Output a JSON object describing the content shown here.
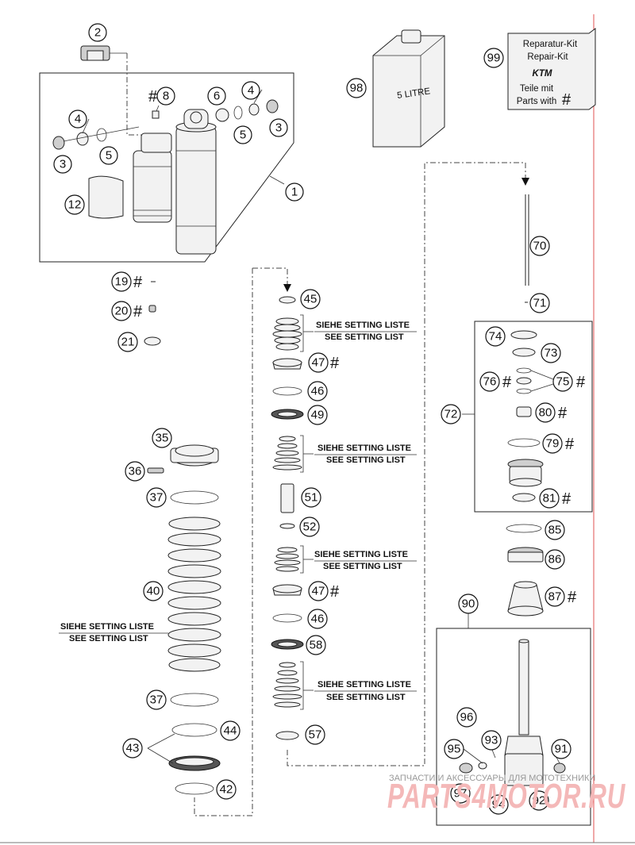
{
  "callouts": [
    {
      "n": "1"
    },
    {
      "n": "2"
    },
    {
      "n": "3"
    },
    {
      "n": "3"
    },
    {
      "n": "4"
    },
    {
      "n": "4"
    },
    {
      "n": "5"
    },
    {
      "n": "5"
    },
    {
      "n": "6"
    },
    {
      "n": "8"
    },
    {
      "n": "12"
    },
    {
      "n": "19"
    },
    {
      "n": "20"
    },
    {
      "n": "21"
    },
    {
      "n": "35"
    },
    {
      "n": "36"
    },
    {
      "n": "37"
    },
    {
      "n": "37"
    },
    {
      "n": "40"
    },
    {
      "n": "42"
    },
    {
      "n": "43"
    },
    {
      "n": "44"
    },
    {
      "n": "45"
    },
    {
      "n": "46"
    },
    {
      "n": "46"
    },
    {
      "n": "47"
    },
    {
      "n": "47"
    },
    {
      "n": "49"
    },
    {
      "n": "51"
    },
    {
      "n": "52"
    },
    {
      "n": "57"
    },
    {
      "n": "58"
    },
    {
      "n": "70"
    },
    {
      "n": "71"
    },
    {
      "n": "72"
    },
    {
      "n": "73"
    },
    {
      "n": "74"
    },
    {
      "n": "75"
    },
    {
      "n": "76"
    },
    {
      "n": "79"
    },
    {
      "n": "80"
    },
    {
      "n": "81"
    },
    {
      "n": "85"
    },
    {
      "n": "86"
    },
    {
      "n": "87"
    },
    {
      "n": "90"
    },
    {
      "n": "91"
    },
    {
      "n": "92"
    },
    {
      "n": "93"
    },
    {
      "n": "94"
    },
    {
      "n": "95"
    },
    {
      "n": "96"
    },
    {
      "n": "97"
    },
    {
      "n": "98"
    },
    {
      "n": "99"
    }
  ],
  "hash_symbol": "#",
  "setting_notes": {
    "de": "SIEHE SETTING LISTE",
    "en": "SEE SETTING LIST"
  },
  "repair_kit": {
    "line1": "Reparatur-Kit",
    "line2": "Repair-Kit",
    "brand": "KTM",
    "line3": "Teile mit",
    "line4": "Parts with",
    "symbol": "#"
  },
  "oil_can_label": "5 LITRE",
  "watermark": {
    "small": "ЗАПЧАСТИ И АКСЕССУАРЫ ДЛЯ МОТОТЕХНИКИ",
    "big": "PARTS4MOTOR.RU"
  },
  "colors": {
    "ink": "#111111",
    "watermark_red": "#f4b8b8",
    "border_red": "#e05050"
  }
}
